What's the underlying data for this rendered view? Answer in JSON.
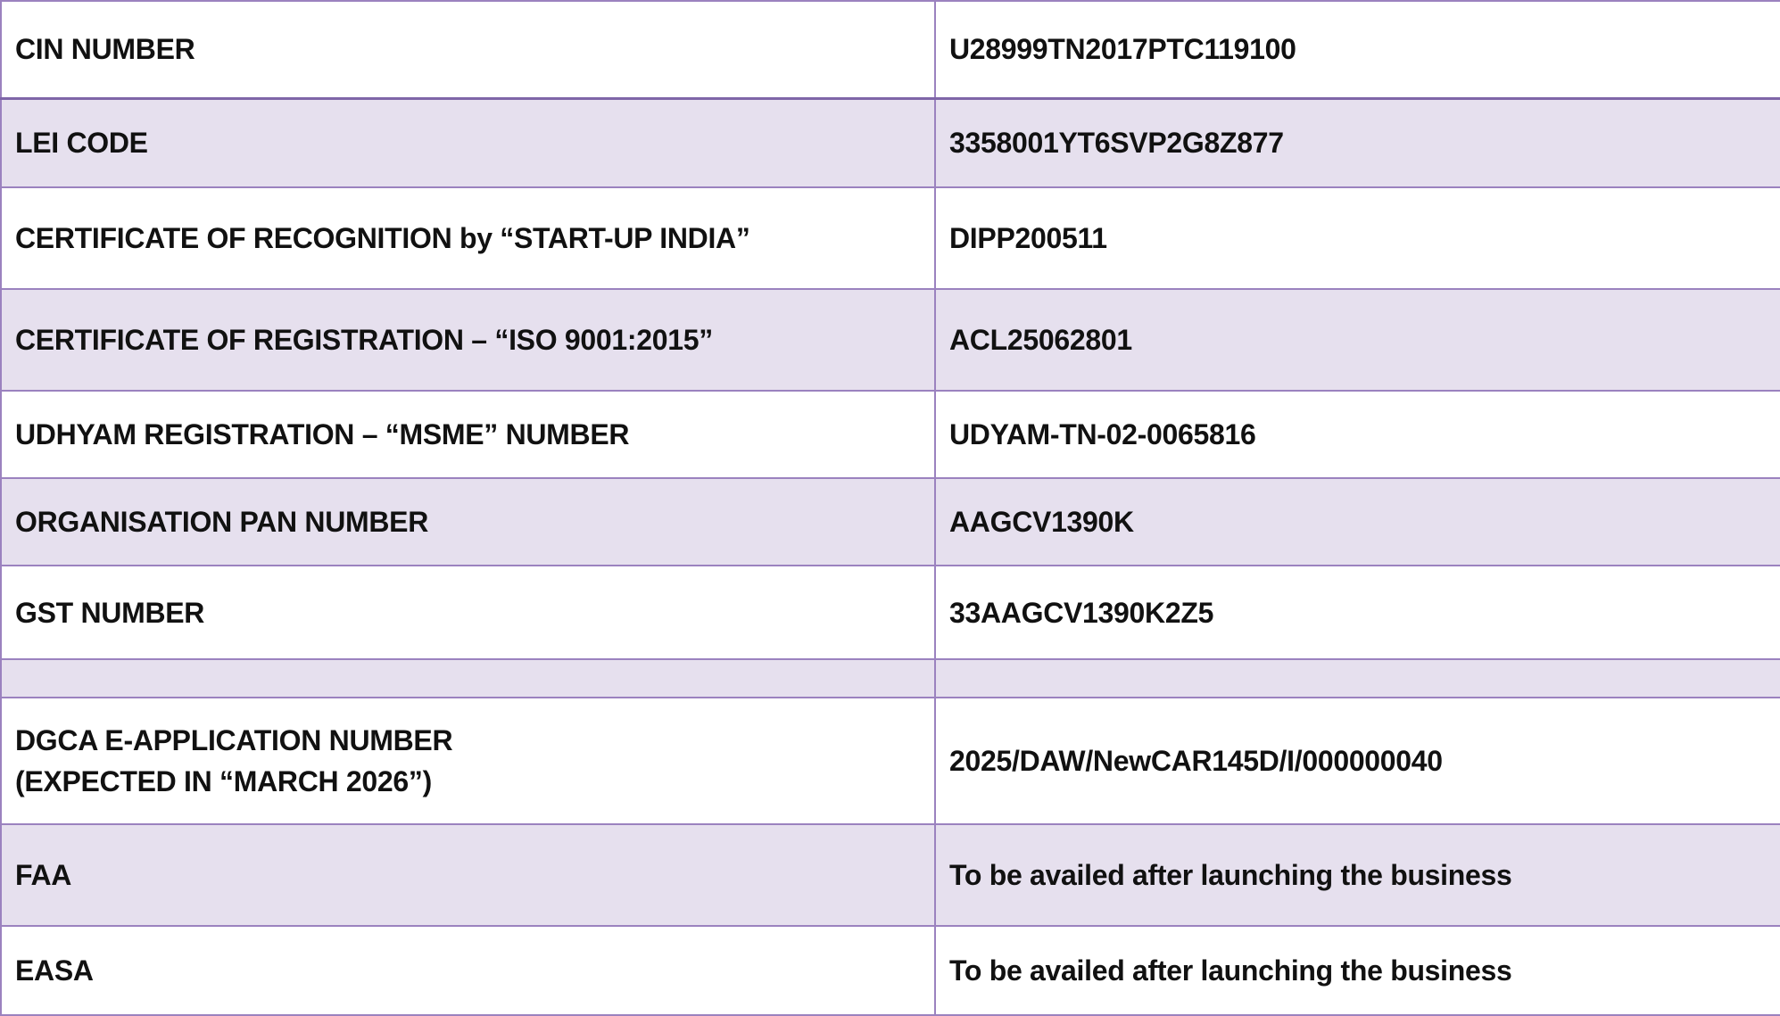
{
  "table": {
    "rows": [
      {
        "label": "CIN NUMBER",
        "value": "U28999TN2017PTC119100"
      },
      {
        "label": "LEI CODE",
        "value": "3358001YT6SVP2G8Z877"
      },
      {
        "label": "CERTIFICATE OF RECOGNITION  by “START-UP INDIA”",
        "value": "DIPP200511"
      },
      {
        "label": "CERTIFICATE OF REGISTRATION – “ISO 9001:2015”",
        "value": "ACL25062801"
      },
      {
        "label": "UDHYAM REGISTRATION – “MSME” NUMBER",
        "value": "UDYAM-TN-02-0065816"
      },
      {
        "label": "ORGANISATION PAN NUMBER",
        "value": "AAGCV1390K"
      },
      {
        "label": "GST NUMBER",
        "value": "33AAGCV1390K2Z5"
      },
      {
        "label": "",
        "value": ""
      },
      {
        "label_line1": "DGCA E-APPLICATION NUMBER",
        "label_line2": "(EXPECTED IN “MARCH 2026”)",
        "value": "2025/DAW/NewCAR145D/I/000000040"
      },
      {
        "label": "FAA",
        "value": "To be availed after launching the business"
      },
      {
        "label": "EASA",
        "value": "To be availed after launching the business"
      }
    ]
  },
  "colors": {
    "border": "#9b82bf",
    "band_fill": "#e6e0ee",
    "text": "#111111"
  }
}
